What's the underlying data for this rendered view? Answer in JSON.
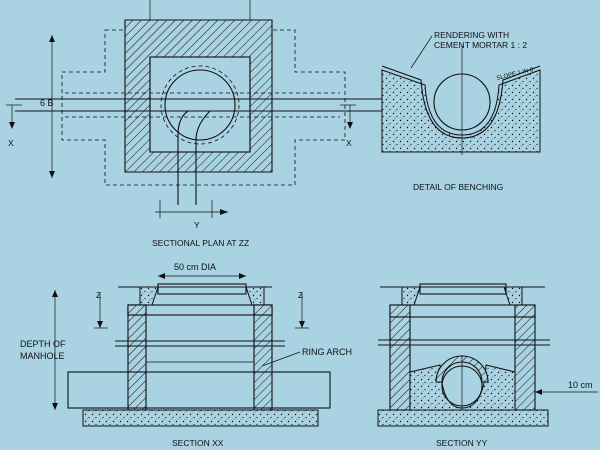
{
  "labels": {
    "rendering_line1": "RENDERING WITH",
    "rendering_line2": "CEMENT MORTAR 1 : 2",
    "slope": "SLOPE 1 IN 8",
    "detail_benching": "DETAIL OF BENCHING",
    "six_b": "6 B",
    "x_left": "X",
    "x_right": "X",
    "y_mark": "Y",
    "sectional_plan": "SECTIONAL PLAN AT ZZ",
    "dia": "50 cm DIA",
    "z_left": "Z",
    "z_right": "Z",
    "depth_line1": "DEPTH OF",
    "depth_line2": "MANHOLE",
    "ring_arch": "RING ARCH",
    "ten_cm": "10 cm",
    "section_xx": "SECTION XX",
    "section_yy": "SECTION YY"
  },
  "colors": {
    "background": "#a9d2e3",
    "ink": "#111111"
  }
}
